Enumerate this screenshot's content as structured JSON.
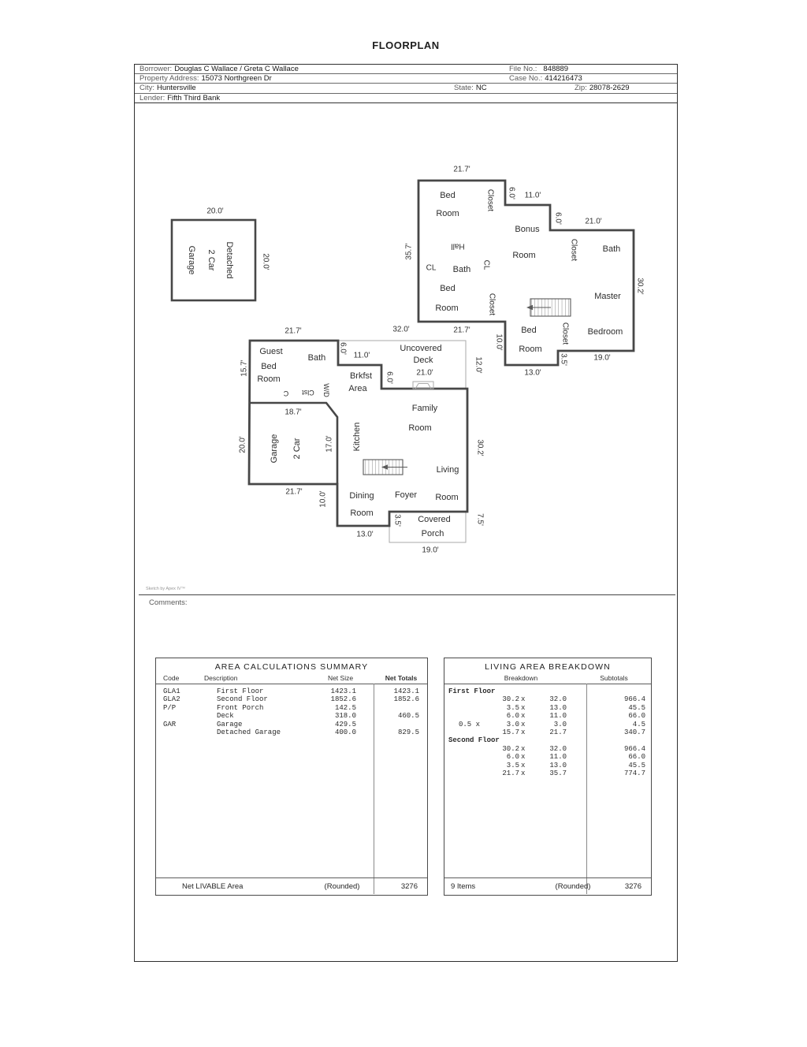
{
  "title": "FLOORPLAN",
  "header": {
    "borrower_label": "Borrower:",
    "borrower": "Douglas C Wallace / Greta C Wallace",
    "file_no_label": "File No.:",
    "file_no": "848889",
    "property_address_label": "Property Address:",
    "property_address": "15073 Northgreen Dr",
    "case_no_label": "Case No.:",
    "case_no": "414216473",
    "city_label": "City:",
    "city": "Huntersville",
    "state_label": "State:",
    "state": "NC",
    "zip_label": "Zip:",
    "zip": "28078-2629",
    "lender_label": "Lender:",
    "lender": "Fifth Third Bank"
  },
  "sketch": {
    "attribution": "Sketch by Apex IV™",
    "comments_label": "Comments:"
  },
  "plan": {
    "dg": {
      "d1": "20.0'",
      "d2": "20.0'",
      "l1": "Detached",
      "l2": "2 Car",
      "l3": "Garage"
    },
    "f2": {
      "top_w": "21.7'",
      "left_h": "35.7'",
      "bed1a": "Bed",
      "bed1b": "Room",
      "closet1": "Closet",
      "d60a": "6.0'",
      "d110": "11.0'",
      "d60b": "6.0'",
      "d210": "21.0'",
      "bonus1": "Bonus",
      "bonus2": "Room",
      "closet2": "Closet",
      "bath1": "Bath",
      "right_h": "30.2'",
      "hall": "Hall",
      "cl1": "CL",
      "bath2": "Bath",
      "cl2": "CL",
      "bed2a": "Bed",
      "bed2b": "Room",
      "closet3": "Closet",
      "master1": "Master",
      "master2": "Bedroom",
      "bed3a": "Bed",
      "bed3b": "Room",
      "closet4": "Closet",
      "d35": "3.5'",
      "d190": "19.0'",
      "d130": "13.0'",
      "d100": "10.0'",
      "d320": "32.0'",
      "bot_w": "21.7'"
    },
    "f1": {
      "top_w": "21.7'",
      "left_h": "15.7'",
      "guest1": "Guest",
      "guest2": "Bed",
      "guest3": "Room",
      "bath": "Bath",
      "d60a": "6.0'",
      "d110": "11.0'",
      "brk1": "Brkfst",
      "brk2": "Area",
      "d60b": "6.0'",
      "deck1": "Uncovered",
      "deck2": "Deck",
      "deck3": "21.0'",
      "d120": "12.0'",
      "c": "C",
      "clst": "Clst",
      "wd": "W/D",
      "d187": "18.7'",
      "left_h2": "20.0'",
      "gar1": "Garage",
      "gar2": "2 Car",
      "d170": "17.0'",
      "kitchen": "Kitchen",
      "fam1": "Family",
      "fam2": "Room",
      "liv1": "Living",
      "liv2": "Room",
      "din1": "Dining",
      "din2": "Room",
      "foyer": "Foyer",
      "d100": "10.0'",
      "bot_w": "21.7'",
      "d130": "13.0'",
      "d35": "3.5'",
      "porch1": "Covered",
      "porch2": "Porch",
      "d190": "19.0'",
      "d75": "7.5'",
      "right_h": "30.2'"
    }
  },
  "area_summary": {
    "title": "AREA CALCULATIONS SUMMARY",
    "col_code": "Code",
    "col_desc": "Description",
    "col_size": "Net Size",
    "col_totals": "Net Totals",
    "rows": [
      {
        "code": "GLA1",
        "desc": "First Floor",
        "size": "1423.1",
        "total": "1423.1"
      },
      {
        "code": "GLA2",
        "desc": "Second Floor",
        "size": "1852.6",
        "total": "1852.6"
      },
      {
        "code": "P/P",
        "desc": "Front Porch",
        "size": "142.5",
        "total": ""
      },
      {
        "code": "",
        "desc": "Deck",
        "size": "318.0",
        "total": "460.5"
      },
      {
        "code": "GAR",
        "desc": "Garage",
        "size": "429.5",
        "total": ""
      },
      {
        "code": "",
        "desc": "Detached Garage",
        "size": "400.0",
        "total": "829.5"
      }
    ],
    "footer_label": "Net LIVABLE Area",
    "footer_rounded": "(Rounded)",
    "footer_total": "3276"
  },
  "living_breakdown": {
    "title": "LIVING AREA BREAKDOWN",
    "col_breakdown": "Breakdown",
    "col_subtotals": "Subtotals",
    "times": "x",
    "sections": [
      {
        "name": "First Floor",
        "rows": [
          {
            "pre": "",
            "a": "30.2",
            "b": "32.0",
            "sub": "966.4"
          },
          {
            "pre": "",
            "a": "3.5",
            "b": "13.0",
            "sub": "45.5"
          },
          {
            "pre": "",
            "a": "6.0",
            "b": "11.0",
            "sub": "66.0"
          },
          {
            "pre": "0.5 x",
            "a": "3.0",
            "b": "3.0",
            "sub": "4.5"
          },
          {
            "pre": "",
            "a": "15.7",
            "b": "21.7",
            "sub": "340.7"
          }
        ]
      },
      {
        "name": "Second Floor",
        "rows": [
          {
            "pre": "",
            "a": "30.2",
            "b": "32.0",
            "sub": "966.4"
          },
          {
            "pre": "",
            "a": "6.0",
            "b": "11.0",
            "sub": "66.0"
          },
          {
            "pre": "",
            "a": "3.5",
            "b": "13.0",
            "sub": "45.5"
          },
          {
            "pre": "",
            "a": "21.7",
            "b": "35.7",
            "sub": "774.7"
          }
        ]
      }
    ],
    "footer_label": "9 Items",
    "footer_rounded": "(Rounded)",
    "footer_total": "3276"
  }
}
